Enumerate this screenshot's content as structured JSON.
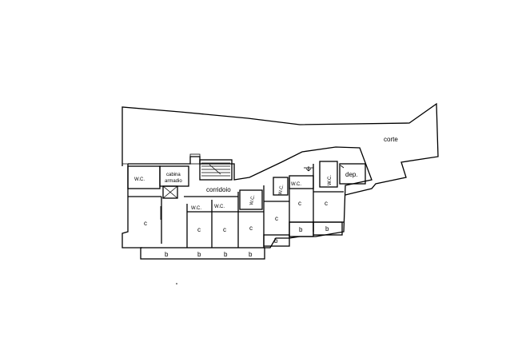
{
  "plan": {
    "labels": {
      "corte": "corte",
      "dep": "dep.",
      "corridoio": "corridoio",
      "wc": "W.C.",
      "cabina_armadio_1": "cabina",
      "cabina_armadio_2": "armadio",
      "c": "c",
      "b": "b"
    }
  }
}
